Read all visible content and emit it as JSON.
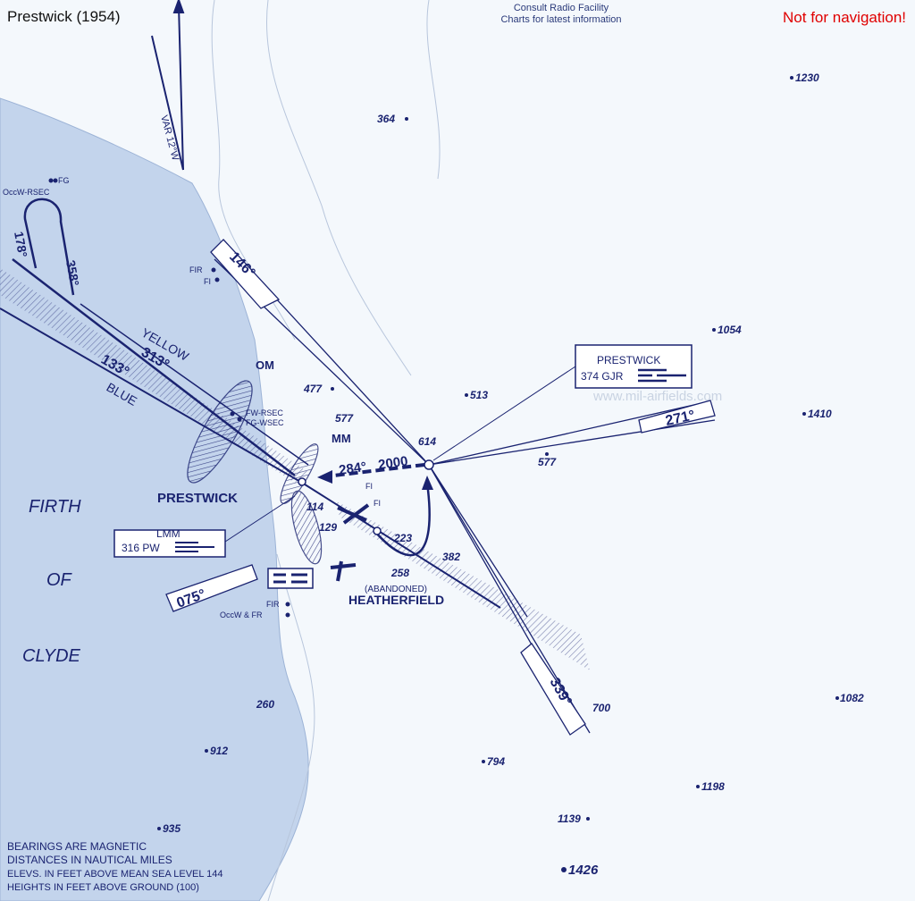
{
  "header": {
    "title": "Prestwick (1954)",
    "warning": "Not for navigation!",
    "consult_line1": "Consult Radio Facility",
    "consult_line2": "Charts for latest information"
  },
  "watermark": "www.mil-airfields.com",
  "colors": {
    "sea": "#c3d4ec",
    "land": "#f4f8fc",
    "ink": "#1a2370",
    "warning": "#e00000"
  },
  "variation": "VAR 12°W",
  "water_labels": {
    "firth": "FIRTH",
    "of": "OF",
    "clyde": "CLYDE"
  },
  "airfield_name": "PRESTWICK",
  "heatherfield": {
    "status": "(ABANDONED)",
    "name": "HEATHERFIELD"
  },
  "markers": {
    "om": "OM",
    "mm": "MM"
  },
  "beams": {
    "yellow": "YELLOW",
    "blue": "BLUE"
  },
  "bearings": {
    "b133": "133°",
    "b313": "313°",
    "b178": "178°",
    "b358": "358°",
    "b146": "146°",
    "b271": "271°",
    "b339": "339°",
    "b075": "075°",
    "approach": "284°",
    "approach_alt": "2000"
  },
  "radio_beacon": {
    "name": "PRESTWICK",
    "freq_ident": "374 GJR"
  },
  "lmm": {
    "title": "LMM",
    "freq_ident": "316 PW"
  },
  "lights": {
    "fg": "FG",
    "occ_w_r_sec": "OccW-RSEC",
    "fir_top": "FIR",
    "fi_top": "FI",
    "fw_r_sec": "FW-RSEC",
    "fg_w_sec": "FG-WSEC",
    "fi_mid": "FI",
    "fi_right": "FI",
    "fir_bottom": "FIR",
    "occ_w_fr": "OccW & FR"
  },
  "elevations": {
    "e1230": "1230",
    "e364": "364",
    "e1054": "1054",
    "e477": "477",
    "e577a": "577",
    "e513": "513",
    "e614": "614",
    "e1410": "1410",
    "e577b": "577",
    "e114": "114",
    "e129": "129",
    "e223": "223",
    "e258": "258",
    "e382": "382",
    "e260": "260",
    "e1082": "1082",
    "e700": "700",
    "e794": "794",
    "e912": "912",
    "e1198": "1198",
    "e935": "935",
    "e1139": "1139",
    "e1426": "1426"
  },
  "legend": {
    "line1": "BEARINGS ARE MAGNETIC",
    "line2": "DISTANCES IN NAUTICAL MILES",
    "line3": "ELEVS. IN FEET ABOVE MEAN SEA LEVEL 144",
    "line4": "HEIGHTS IN FEET ABOVE GROUND (100)"
  }
}
